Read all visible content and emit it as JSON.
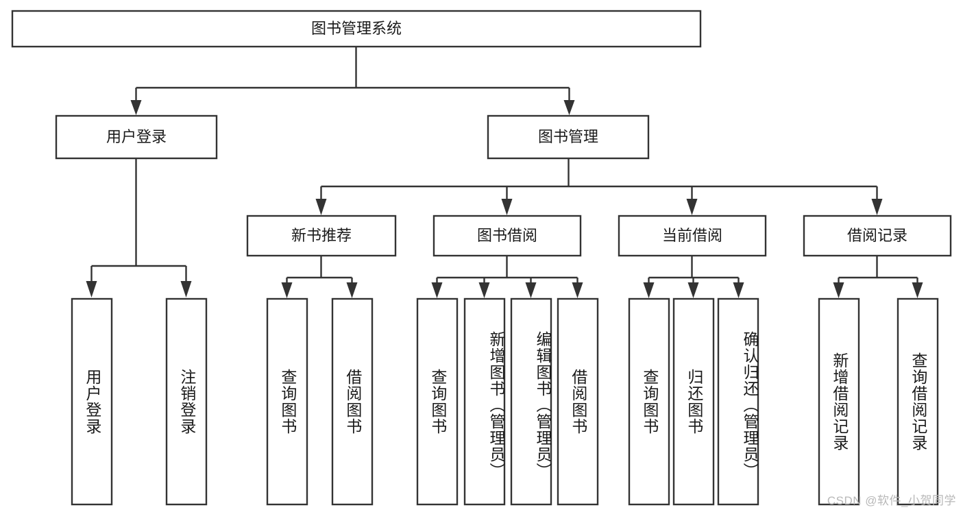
{
  "diagram": {
    "title": "图书管理系统",
    "type": "hierarchy-tree",
    "watermark": "CSDN @软件_小贺同学",
    "root": {
      "id": "root",
      "label": "图书管理系统",
      "level": 1
    },
    "level2": [
      {
        "id": "user-login",
        "label": "用户登录",
        "level": 2
      },
      {
        "id": "book-management",
        "label": "图书管理",
        "level": 2
      }
    ],
    "level3": [
      {
        "id": "new-book-recommend",
        "label": "新书推荐",
        "level": 3,
        "parent": "book-management"
      },
      {
        "id": "book-borrow",
        "label": "图书借阅",
        "level": 3,
        "parent": "book-management"
      },
      {
        "id": "current-borrow",
        "label": "当前借阅",
        "level": 3,
        "parent": "book-management"
      },
      {
        "id": "borrow-record",
        "label": "借阅记录",
        "level": 3,
        "parent": "book-management"
      }
    ],
    "leaves": [
      {
        "id": "leaf-user-login",
        "label": "用户登录",
        "parent": "user-login"
      },
      {
        "id": "leaf-logout-login",
        "label": "注销登录",
        "parent": "user-login"
      },
      {
        "id": "leaf-query-book-1",
        "label": "查询图书",
        "parent": "new-book-recommend"
      },
      {
        "id": "leaf-borrow-book-1",
        "label": "借阅图书",
        "parent": "new-book-recommend"
      },
      {
        "id": "leaf-query-book-2",
        "label": "查询图书",
        "parent": "book-borrow"
      },
      {
        "id": "leaf-add-book",
        "label": "新增图书（管理员）",
        "parent": "book-borrow"
      },
      {
        "id": "leaf-edit-book",
        "label": "编辑图书（管理员）",
        "parent": "book-borrow"
      },
      {
        "id": "leaf-borrow-book-2",
        "label": "借阅图书",
        "parent": "book-borrow"
      },
      {
        "id": "leaf-query-book-3",
        "label": "查询图书",
        "parent": "current-borrow"
      },
      {
        "id": "leaf-return-book",
        "label": "归还图书",
        "parent": "current-borrow"
      },
      {
        "id": "leaf-confirm-return",
        "label": "确认归还（管理员）",
        "parent": "current-borrow"
      },
      {
        "id": "leaf-add-record",
        "label": "新增借阅记录",
        "parent": "borrow-record"
      },
      {
        "id": "leaf-query-record",
        "label": "查询借阅记录",
        "parent": "borrow-record"
      }
    ],
    "colors": {
      "stroke": "#333333",
      "fill": "#ffffff",
      "text": "#1a1a1a",
      "watermark": "#b8b8b8",
      "background": "#ffffff"
    }
  }
}
